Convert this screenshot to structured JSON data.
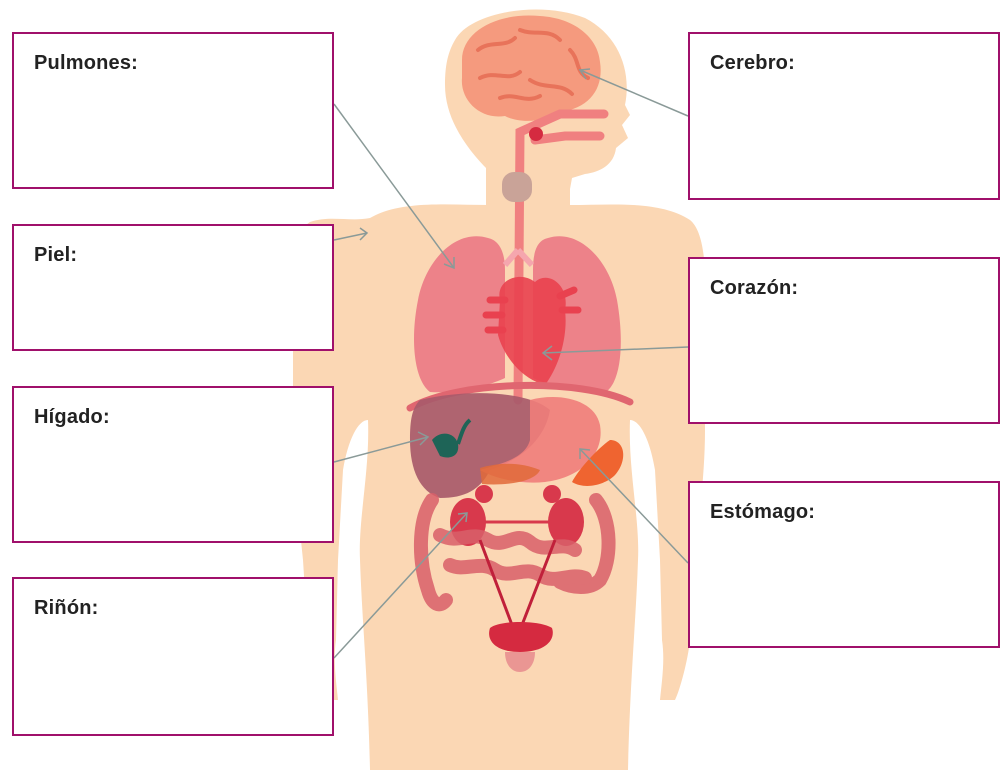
{
  "labels": {
    "pulmones": "Pulmones:",
    "piel": "Piel:",
    "higado": "Hígado:",
    "rinon": "Riñón:",
    "cerebro": "Cerebro:",
    "corazon": "Corazón:",
    "estomago": "Estómago:"
  },
  "colors": {
    "box_border": "#a0106b",
    "skin": "#fbd7b4",
    "pointer": "#8a9a98",
    "lungs": "#ec7b86",
    "heart": "#e9414f",
    "liver": "#a85a6a",
    "stomach": "#f07d7a",
    "intestine": "#d9606a",
    "bladder": "#d52a40",
    "brain": "#f59a7e"
  }
}
